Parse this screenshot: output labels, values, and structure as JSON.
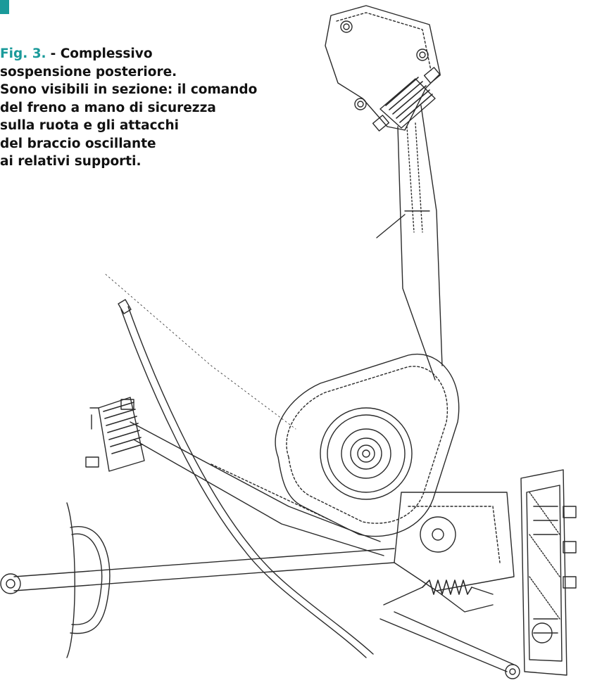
{
  "colors": {
    "accent": "#1a9a9a",
    "ink": "#111111",
    "line": "#2a2a2a",
    "paper": "#ffffff"
  },
  "caption": {
    "fig_label": "Fig. 3.",
    "lines": [
      "- Complessivo",
      "sospensione posteriore.",
      "Sono visibili in sezione:  il comando",
      "del freno a mano di sicurezza",
      "sulla ruota e gli attacchi",
      "del braccio oscillante",
      "ai relativi supporti."
    ]
  }
}
